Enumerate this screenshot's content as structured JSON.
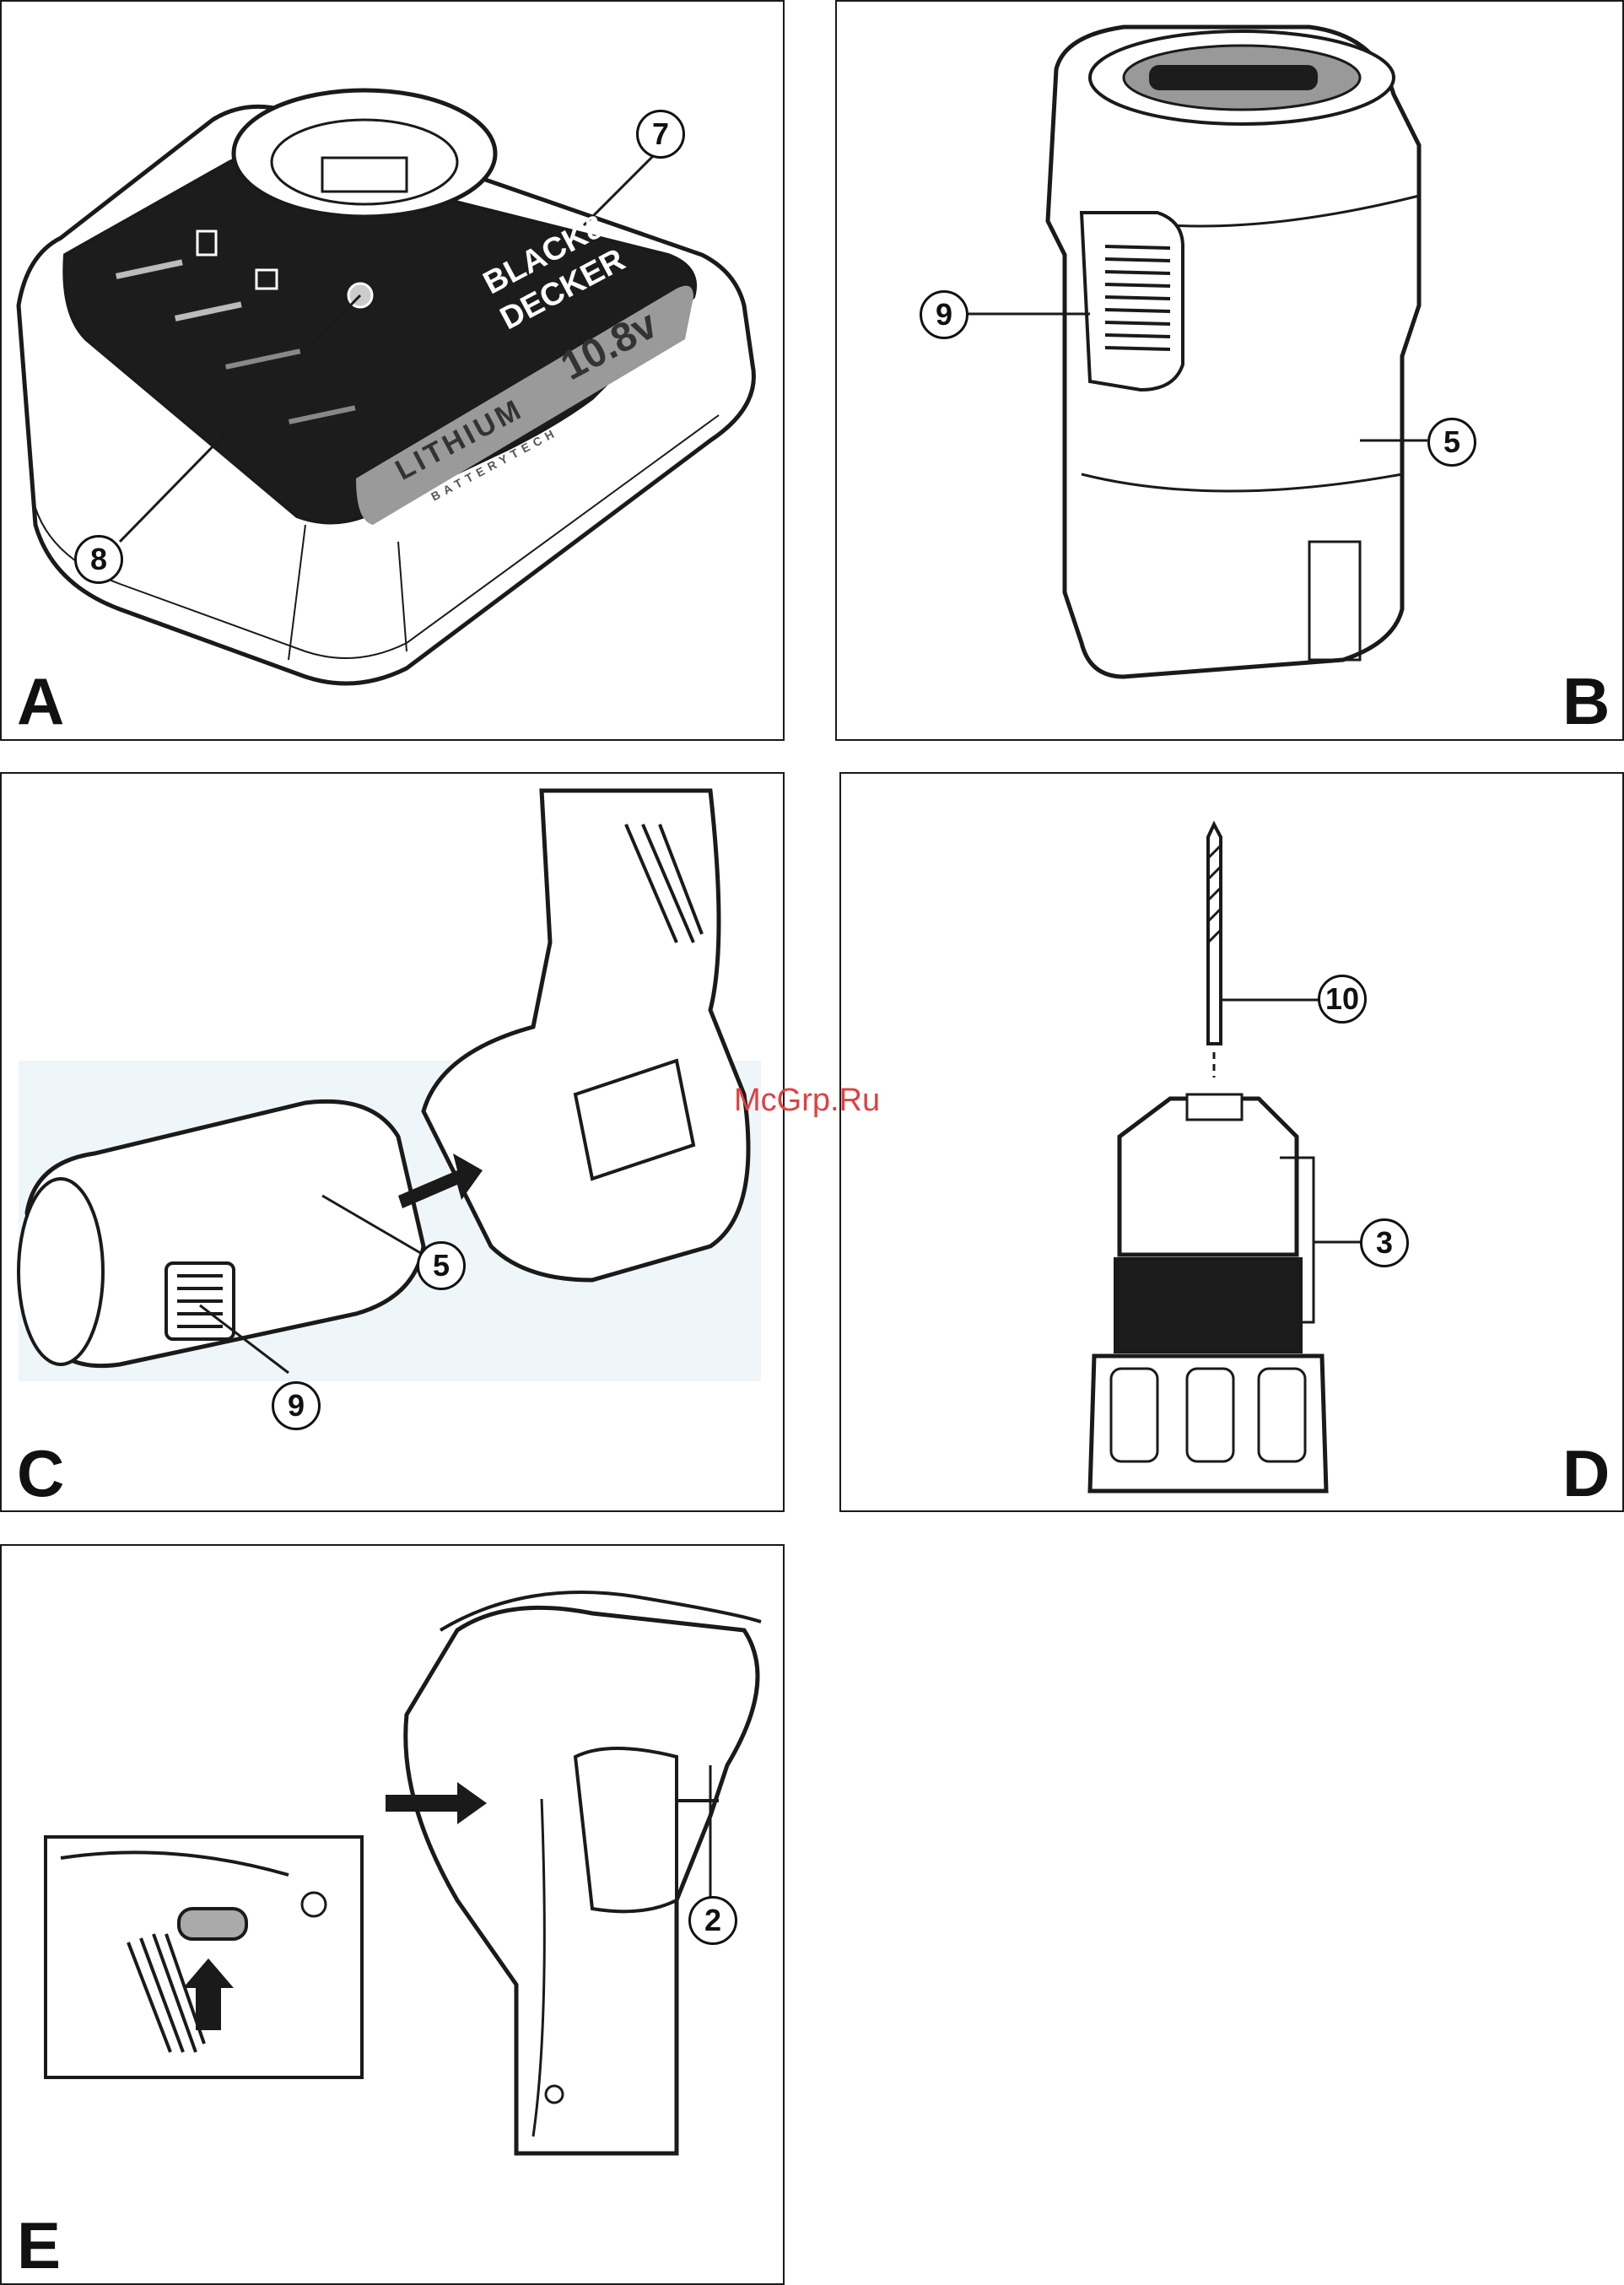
{
  "panels": {
    "a": {
      "letter": "A",
      "callouts": [
        "7",
        "8"
      ]
    },
    "b": {
      "letter": "B",
      "callouts": [
        "9",
        "5"
      ]
    },
    "c": {
      "letter": "C",
      "callouts": [
        "5",
        "9"
      ]
    },
    "d": {
      "letter": "D",
      "callouts": [
        "10",
        "3"
      ]
    },
    "e": {
      "letter": "E",
      "callouts": [
        "2"
      ]
    }
  },
  "charger": {
    "brand_line1": "BLACK&",
    "brand_line2": "DECKER",
    "voltage": "10.8v",
    "series": "LITHIUM",
    "series_sub": "BATTERYTECH"
  },
  "watermark": "McGrp.Ru",
  "colors": {
    "line": "#1a1a1a",
    "panel_dark": "#1c1c1c",
    "accent": "#9a9a9a",
    "watermark": "#e04040"
  }
}
